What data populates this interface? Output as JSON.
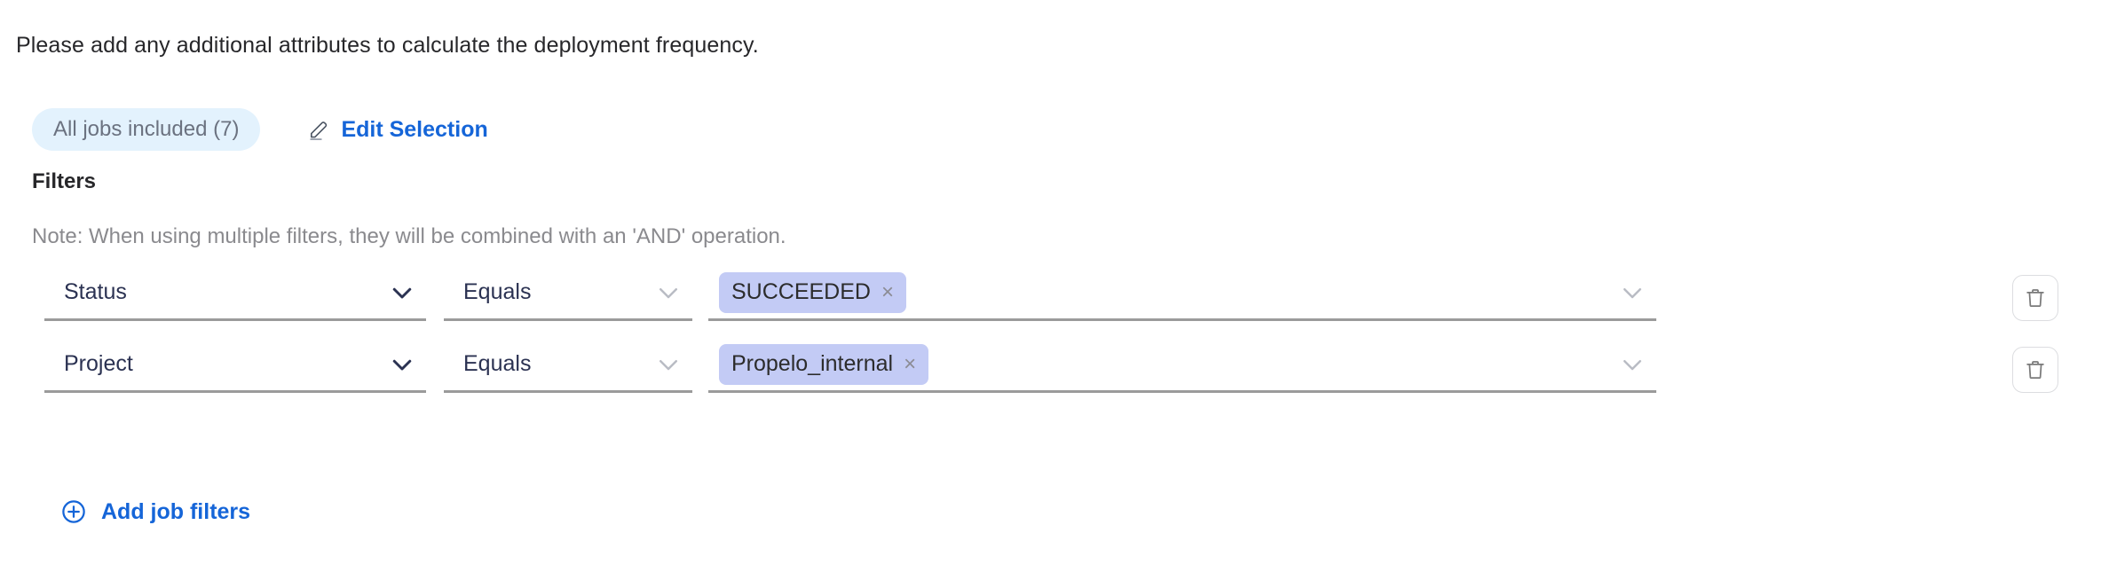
{
  "intro": {
    "text": "Please add any additional attributes to calculate the deployment frequency."
  },
  "selection": {
    "pill_label": "All jobs included (7)",
    "edit_label": "Edit Selection",
    "pencil_icon": "pencil-icon"
  },
  "filters": {
    "title": "Filters",
    "note": "Note: When using multiple filters, they will be combined with an 'AND' operation.",
    "rows": [
      {
        "attribute": "Status",
        "operator": "Equals",
        "values": [
          "SUCCEEDED"
        ],
        "remove_glyph": "×",
        "delete_icon": "trash-icon"
      },
      {
        "attribute": "Project",
        "operator": "Equals",
        "values": [
          "Propelo_internal"
        ],
        "remove_glyph": "×",
        "delete_icon": "trash-icon"
      }
    ],
    "add_label": "Add job filters",
    "add_icon": "plus-circle-icon"
  },
  "colors": {
    "link": "#1565d8",
    "pill_bg": "#e3f2fd",
    "pill_text": "#6b7280",
    "chip_bg": "#c3cbf5",
    "chip_text": "#2c2c2c",
    "underline": "#9b9b9b",
    "note_text": "#8a8a8e",
    "field_text": "#2b3252"
  }
}
